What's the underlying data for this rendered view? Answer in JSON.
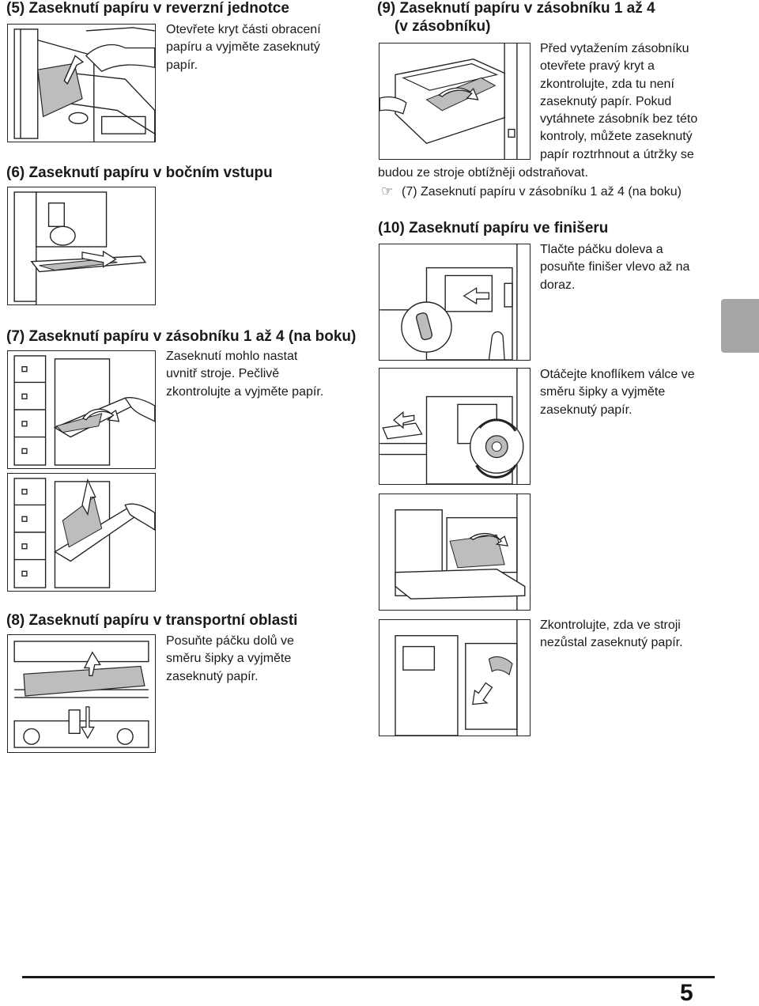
{
  "sections": {
    "s5": {
      "heading": "(5) Zaseknutí papíru v reverzní jednotce",
      "lines": [
        "Otevřete kryt části obracení",
        "papíru a vyjměte zaseknutý",
        "papír."
      ]
    },
    "s6": {
      "heading": "(6) Zaseknutí papíru v bočním vstupu"
    },
    "s7": {
      "heading": "(7) Zaseknutí papíru v zásobníku 1 až 4 (na boku)",
      "lines": [
        "Zaseknutí mohlo nastat",
        "uvnitř stroje. Pečlivě",
        "zkontrolujte a vyjměte papír."
      ]
    },
    "s8": {
      "heading": "(8) Zaseknutí papíru v transportní oblasti",
      "lines": [
        "Posuňte páčku dolů ve",
        "směru šipky a vyjměte",
        "zaseknutý papír."
      ]
    },
    "s9": {
      "heading_line1": "(9) Zaseknutí papíru v zásobníku 1 až 4",
      "heading_line2": "(v zásobníku)",
      "lines": [
        "Před vytažením zásobníku",
        "otevřete pravý kryt a",
        "zkontrolujte, zda tu není",
        "zaseknutý papír. Pokud",
        "vytáhnete zásobník bez této",
        "kontroly, můžete zaseknutý",
        "papír roztrhnout a útržky se"
      ],
      "continuation": "budou ze stroje obtížněji odstraňovat.",
      "reference": "(7) Zaseknutí papíru v zásobníku 1 až 4 (na boku)",
      "reference_icon": "pointing-hand-icon"
    },
    "s10": {
      "heading": "(10) Zaseknutí papíru ve finišeru",
      "step1_lines": [
        "Tlačte páčku doleva a",
        "posuňte finišer vlevo až na",
        "doraz."
      ],
      "step2_lines": [
        "Otáčejte knoflíkem válce ve",
        "směru šipky a vyjměte",
        "zaseknutý papír."
      ],
      "step4_lines": [
        "Zkontrolujte, zda ve stroji",
        "nezůstal zaseknutý papír."
      ]
    }
  },
  "footer": {
    "page_number": "5"
  },
  "colors": {
    "text": "#1a1a1a",
    "tab": "#a6a6a6",
    "line_art": "#222222",
    "paper_fill": "#bdbdbd"
  }
}
